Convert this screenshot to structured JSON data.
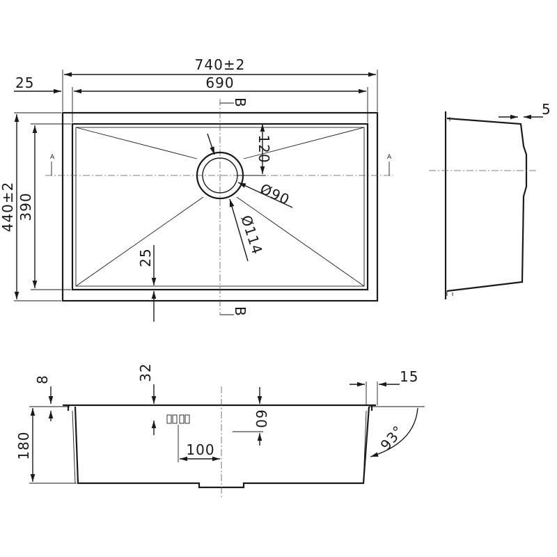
{
  "top_view": {
    "overall_width": "740±2",
    "inner_width": "690",
    "flange": "25",
    "overall_depth": "440±2",
    "inner_depth": "390",
    "drain_offset": "120",
    "drain_inner": "Ø90",
    "drain_outer": "Ø114",
    "corner_flange": "25",
    "section_a": "A",
    "section_b": "B"
  },
  "side_view": {
    "lip": "5"
  },
  "section_view": {
    "flange_thickness": "8",
    "overflow_offset": "32",
    "height": "180",
    "overflow_height": "60",
    "overflow_spacing": "100",
    "rim": "15",
    "wall_angle": "93°"
  }
}
